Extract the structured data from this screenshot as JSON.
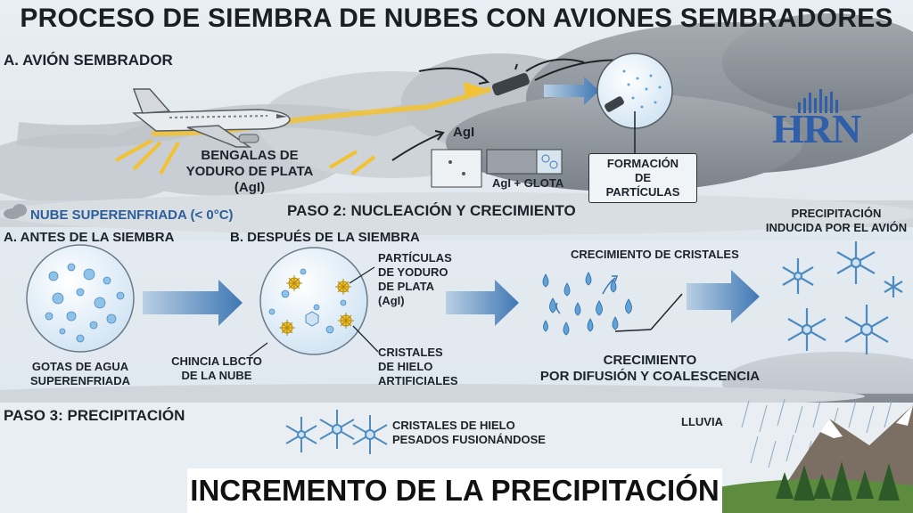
{
  "title": "PROCESO DE SIEMBRA DE NUBES CON AVIONES SEMBRADORES",
  "step1": {
    "heading": "A. AVIÓN SEMBRADOR",
    "flares_label": "BENGALAS DE\nYODURO DE PLATA (AgI)",
    "agi_label": "AgI",
    "agi_drop_label": "AgI + GLOTA",
    "formation_label": "FORMACIÓN\nDE PARTÍCULAS"
  },
  "logo": "HRN",
  "step2": {
    "cloud_label": "NUBE SUPERENFRIADA (< 0°C)",
    "heading": "PASO 2: NUCLEACIÓN Y CRECIMIENTO",
    "before_heading": "A. ANTES DE LA SIEMBRA",
    "after_heading": "B. DESPUÉS DE LA SIEMBRA",
    "drops_label": "GOTAS DE AGUA\nSUPERENFRIADA",
    "chincia_label": "CHINCIA LBCTO\nDE LA NUBE",
    "particles_label": "PARTÍCULAS\nDE YODURO\nDE PLATA\n(AgI)",
    "crystals_label": "CRISTALES\nDE HIELO\nARTIFICIALES",
    "growth_heading": "CRECIMIENTO DE CRISTALES",
    "growth_label": "CRECIMIENTO\nPOR DIFUSIÓN Y COALESCENCIA",
    "precip_label": "PRECIPITACIÓN\nINDUCIDA POR EL AVIÓN"
  },
  "step3": {
    "heading": "PASO 3: PRECIPITACIÓN",
    "heavy_label": "CRISTALES DE HIELO\nPESADOS FUSIONÁNDOSE",
    "rain_label": "LLUVIA",
    "result": "INCREMENTO DE LA PRECIPITACIÓN"
  },
  "colors": {
    "arrow": "#3f78b4",
    "drop": "#5fa3d8",
    "flare": "#f2c230",
    "logo": "#2f5fa8",
    "cloud_gray": "#8e959c"
  }
}
